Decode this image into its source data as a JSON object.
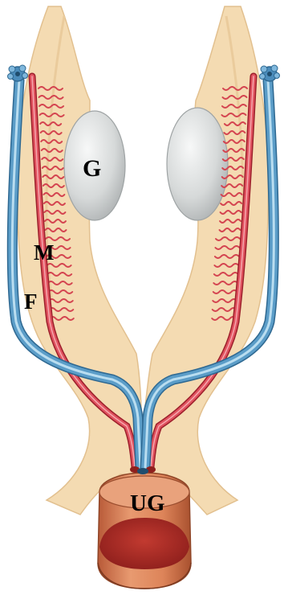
{
  "figure": {
    "labels": {
      "gonad": "G",
      "mesonephric_duct": "M",
      "paramesonephric_duct": "F",
      "urogenital_sinus": "UG"
    }
  },
  "colors": {
    "mesentery": "#f4dbb2",
    "mesentery_edge": "#e2c08f",
    "gonad": "#d9dcdc",
    "paramesonephric_duct": "#5b9dc8",
    "mesonephric_duct": "#d8404f",
    "tubules": "#d44450",
    "sinus": "#d97a55",
    "sinus_opening": "#b02a2a"
  },
  "icons": {
    "fimbria": "fimbriated-end-icon"
  }
}
